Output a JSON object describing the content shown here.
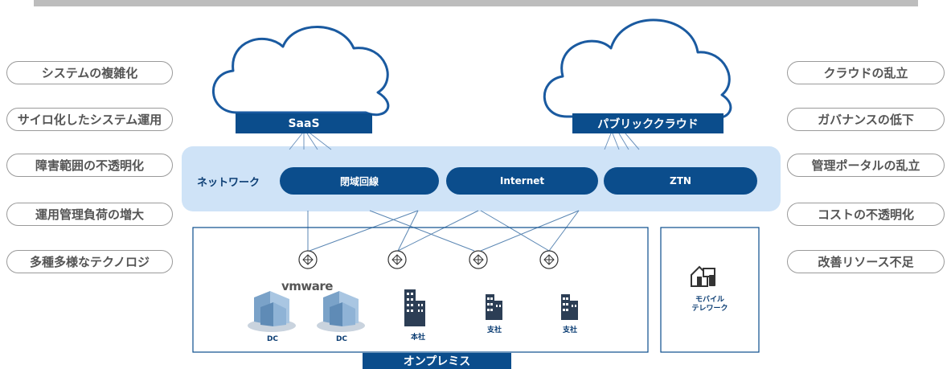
{
  "left_issues": [
    "システムの複雑化",
    "サイロ化したシステム運用",
    "障害範囲の不透明化",
    "運用管理負荷の増大",
    "多種多様なテクノロジ"
  ],
  "right_issues": [
    "クラウドの乱立",
    "ガバナンスの低下",
    "管理ポータルの乱立",
    "コストの不透明化",
    "改善リソース不足"
  ],
  "clouds": {
    "saas": "SaaS",
    "public": "パブリッククラウド"
  },
  "network": {
    "label": "ネットワーク",
    "closed": "閉域回線",
    "internet": "Internet",
    "ztn": "ZTN"
  },
  "onprem": {
    "title": "オンプレミス",
    "vmware": "vmware",
    "sites": [
      "DC",
      "DC",
      "本社",
      "支社",
      "支社"
    ]
  },
  "mobile": {
    "line1": "モバイル",
    "line2": "テレワーク"
  },
  "colors": {
    "primary": "#0b4d8c",
    "band": "#cfe3f7",
    "line": "#5a86b3",
    "pill_border": "#9a9a9a"
  }
}
